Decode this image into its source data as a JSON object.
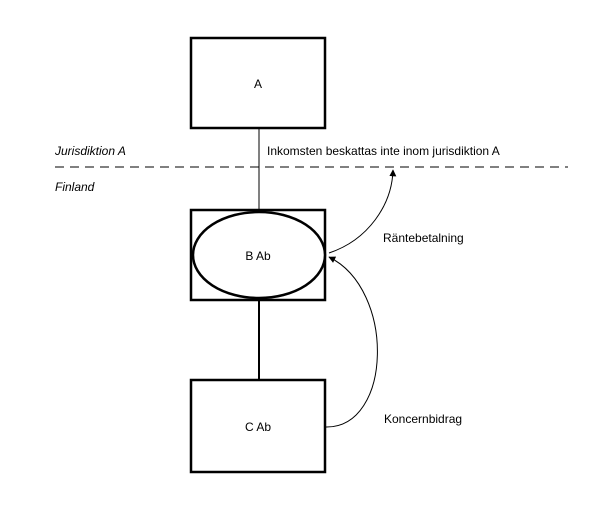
{
  "nodes": {
    "a": {
      "label": "A"
    },
    "b": {
      "label": "B Ab"
    },
    "c": {
      "label": "C Ab"
    }
  },
  "jurisdictions": {
    "upper": "Jurisdiktion A",
    "lower": "Finland"
  },
  "annotations": {
    "taxation_note": "Inkomsten beskattas inte inom jurisdiktion A",
    "interest_payment": "Räntebetalning",
    "group_contribution": "Koncernbidrag"
  }
}
